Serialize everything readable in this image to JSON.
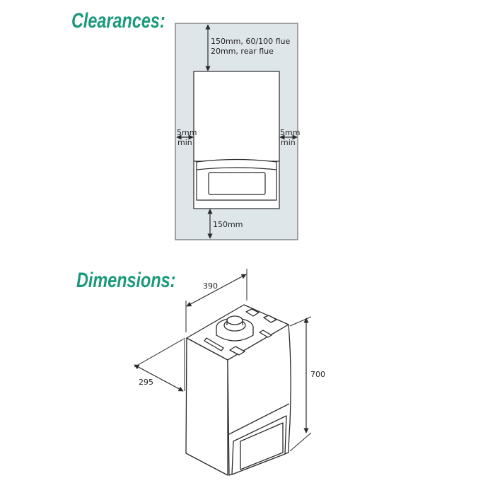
{
  "headings": {
    "clearances": "Clearances:",
    "dimensions": "Dimensions:"
  },
  "clearances": {
    "top_line1": "150mm, 60/100 flue",
    "top_line2": "20mm, rear flue",
    "left_value": "5mm",
    "left_unit": "min",
    "right_value": "5mm",
    "right_unit": "min",
    "bottom": "150mm"
  },
  "dimensions": {
    "width": "390",
    "depth": "295",
    "height": "700"
  },
  "colors": {
    "heading": "#1a9a7a",
    "clearance_zone": "#dfe6ea",
    "line": "#2a2a2a"
  }
}
